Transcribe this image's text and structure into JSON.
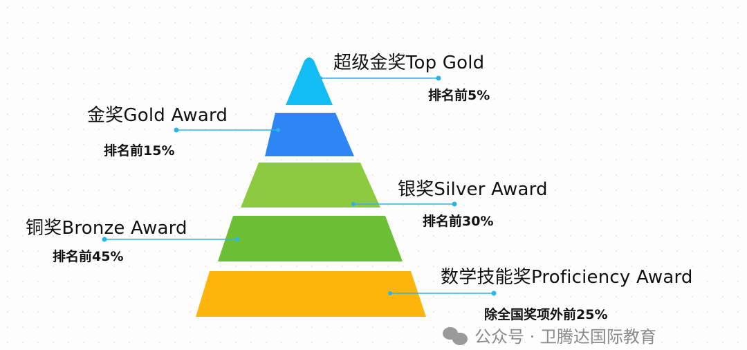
{
  "tiers": [
    {
      "title": "超级金奖Top Gold",
      "rank": "排名前5%",
      "color": "#12bdf5"
    },
    {
      "title": "金奖Gold Award",
      "rank": "排名前15%",
      "color": "#2e86f5"
    },
    {
      "title": "银奖Silver Award",
      "rank": "排名前30%",
      "color": "#8ccb3f"
    },
    {
      "title": "铜奖Bronze Award",
      "rank": "排名前45%",
      "color": "#6cbf35"
    },
    {
      "title": "数学技能奖Proficiency Award",
      "rank": "除全国奖项外前25%",
      "color": "#fdb50b"
    }
  ],
  "connector_color": "#29b5e8",
  "watermark": "公众号 · 卫腾达国际教育"
}
